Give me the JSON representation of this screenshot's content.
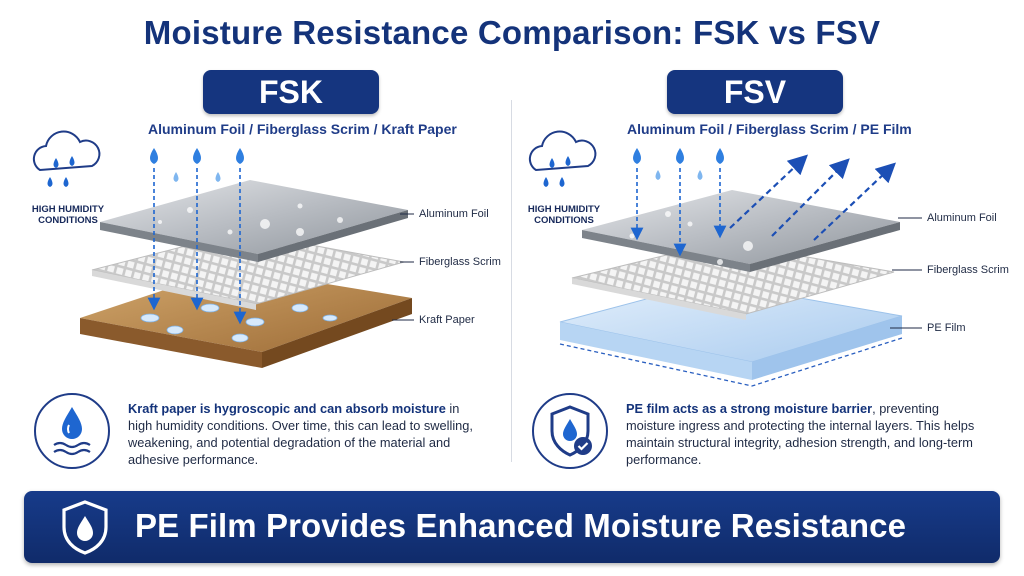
{
  "title": "Moisture Resistance Comparison: FSK vs FSV",
  "fsk": {
    "label": "FSK",
    "composition": "Aluminum Foil / Fiberglass Scrim / Kraft Paper",
    "condition": "HIGH HUMIDITY CONDITIONS",
    "layers": [
      "Aluminum Foil",
      "Fiberglass Scrim",
      "Kraft Paper"
    ],
    "desc_bold": "Kraft paper is hygroscopic and can absorb moisture",
    "desc_rest": " in high humidity conditions. Over time, this can lead to swelling, weakening, and potential degradation of the material and adhesive performance.",
    "icon": "water-drop-waves-icon"
  },
  "fsv": {
    "label": "FSV",
    "composition": "Aluminum Foil / Fiberglass Scrim / PE Film",
    "condition": "HIGH HUMIDITY CONDITIONS",
    "layers": [
      "Aluminum Foil",
      "Fiberglass Scrim",
      "PE Film"
    ],
    "desc_bold": "PE film acts as a strong moisture barrier",
    "desc_rest": ", preventing moisture ingress and protecting the internal layers. This helps maintain structural integrity, adhesion strength, and long-term performance.",
    "icon": "shield-drop-check-icon"
  },
  "banner": {
    "text": "PE Film Provides Enhanced Moisture Resistance",
    "icon": "shield-drop-icon"
  },
  "colors": {
    "navy": "#15357f",
    "accent_blue": "#1e66d0",
    "kraft": "#b88a55",
    "pe_film": "#cfe3f7"
  }
}
